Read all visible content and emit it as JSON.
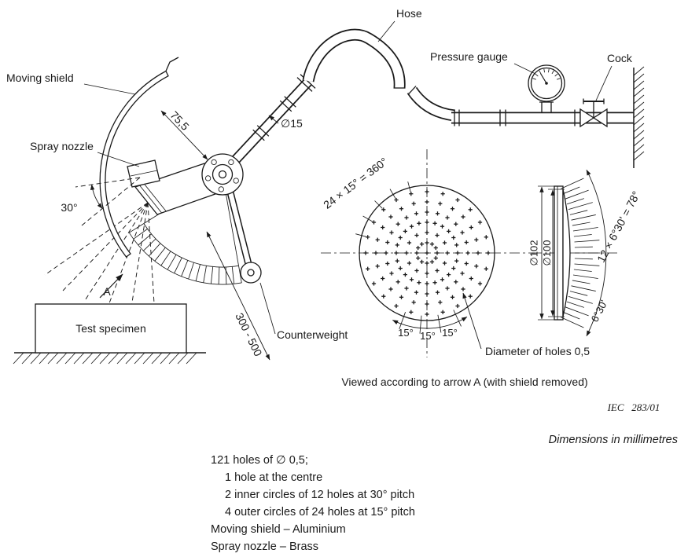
{
  "colors": {
    "ink": "#1a1a1a",
    "background": "#ffffff"
  },
  "figure": {
    "caption": "Viewed according to arrow A (with shield removed)",
    "reference": "IEC   283/01",
    "dimensions_note": "Dimensions in millimetres"
  },
  "labels": {
    "hose": "Hose",
    "pressure_gauge": "Pressure gauge",
    "cock": "Cock",
    "moving_shield": "Moving shield",
    "spray_nozzle": "Spray nozzle",
    "test_specimen": "Test specimen",
    "counterweight": "Counterweight",
    "view_arrow": "A",
    "holes_diameter": "Diameter of holes 0,5"
  },
  "dimensions": {
    "nozzle_arm": "75,5",
    "pipe_diameter": "∅15",
    "shield_angle": "30°",
    "nozzle_to_specimen": "300 - 500",
    "outer_pitch_total": "24 × 15° = 360°",
    "pitch_a": "15°",
    "pitch_b": "15°",
    "pitch_c": "15°",
    "disc_outer_dia": "∅102",
    "disc_face_dia": "∅100",
    "side_pitch_total": "12 × 6°30' = 78°",
    "side_pitch": "6°30'"
  },
  "notes": [
    "121 holes of ∅ 0,5;",
    "1 hole at the centre",
    "2 inner circles of 12 holes at 30° pitch",
    "4 outer circles of 24 holes at 15° pitch",
    "Moving shield – Aluminium",
    "Spray nozzle – Brass"
  ]
}
